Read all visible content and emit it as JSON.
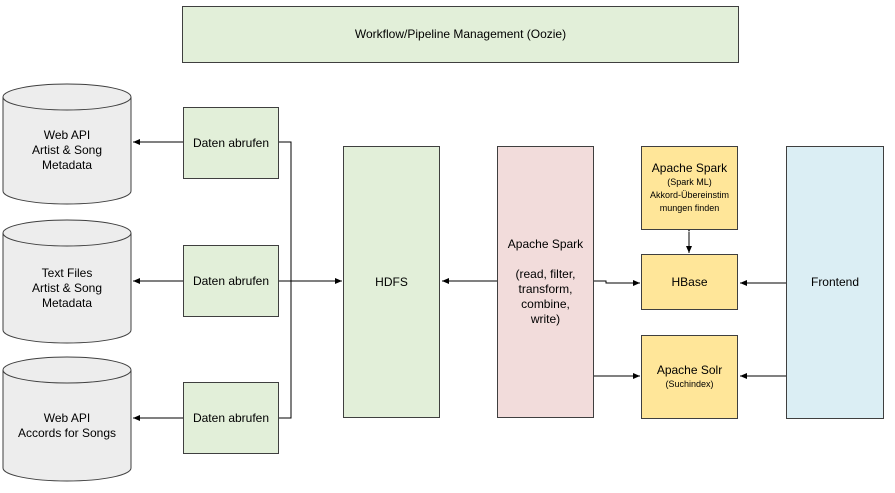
{
  "workflow": {
    "label": "Workflow/Pipeline Management (Oozie)"
  },
  "sources": [
    {
      "lines": [
        "Web API",
        "Artist & Song",
        "Metadata"
      ]
    },
    {
      "lines": [
        "Text Files",
        "Artist & Song",
        "Metadata"
      ]
    },
    {
      "lines": [
        "Web API",
        "Accords for Songs"
      ]
    }
  ],
  "fetchers": [
    {
      "label": "Daten abrufen"
    },
    {
      "label": "Daten abrufen"
    },
    {
      "label": "Daten abrufen"
    }
  ],
  "hdfs": {
    "label": "HDFS"
  },
  "spark": {
    "title": "Apache Spark",
    "detail": "(read, filter, transform, combine, write)"
  },
  "spark_ml": {
    "title": "Apache Spark",
    "sub": "(Spark ML)",
    "detail": "Akkord-Übereinstimmungen finden"
  },
  "hbase": {
    "label": "HBase"
  },
  "solr": {
    "title": "Apache Solr",
    "sub": "(Suchindex)"
  },
  "frontend": {
    "label": "Frontend"
  }
}
